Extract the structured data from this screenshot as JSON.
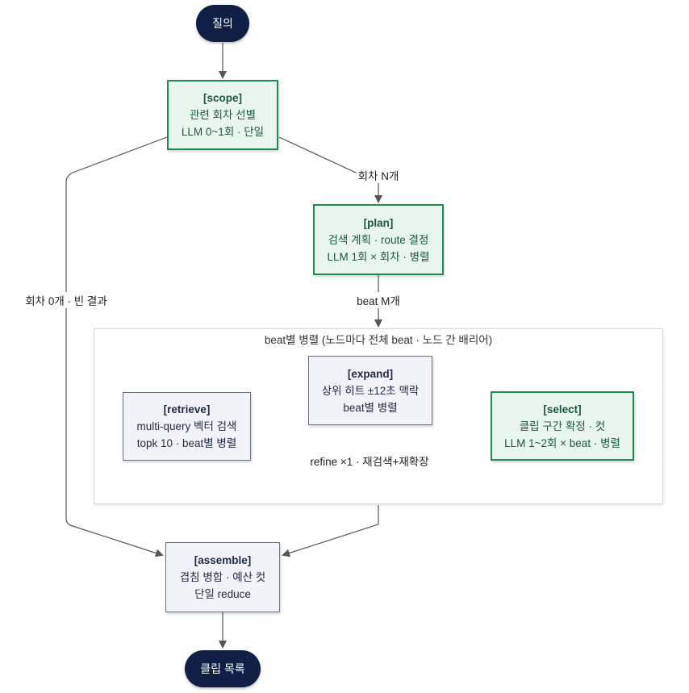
{
  "start": {
    "label": "질의"
  },
  "end": {
    "label": "클립 목록"
  },
  "cluster": {
    "label": "beat별 병렬 (노드마다 전체 beat · 노드 간 배리어)"
  },
  "nodes": {
    "scope": {
      "title": "[scope]",
      "line1": "관련 회차 선별",
      "line2": "LLM 0~1회 · 단일"
    },
    "plan": {
      "title": "[plan]",
      "line1": "검색 계획 · route 결정",
      "line2": "LLM 1회 × 회차 · 병렬"
    },
    "retrieve": {
      "title": "[retrieve]",
      "line1": "multi-query 벡터 검색",
      "line2": "topk 10 · beat별 병렬"
    },
    "expand": {
      "title": "[expand]",
      "line1": "상위 히트 ±12초 맥락",
      "line2": "beat별 병렬"
    },
    "select": {
      "title": "[select]",
      "line1": "클립 구간 확정 · 컷",
      "line2": "LLM 1~2회 × beat · 병렬"
    },
    "assemble": {
      "title": "[assemble]",
      "line1": "겹침 병합 · 예산 컷",
      "line2": "단일 reduce"
    }
  },
  "edges": {
    "scope_plan": "회차 N개",
    "scope_assemble": "회차 0개 · 빈 결과",
    "plan_cluster": "beat M개",
    "select_retrieve": "refine ×1 · 재검색+재확장"
  },
  "colors": {
    "pill_bg": "#0f1f45",
    "llm_node_fill": "#e9f6ef",
    "llm_node_border": "#1e8a54",
    "node_fill": "#f1f3f8",
    "node_border": "#6b7280",
    "edge": "#555555"
  }
}
